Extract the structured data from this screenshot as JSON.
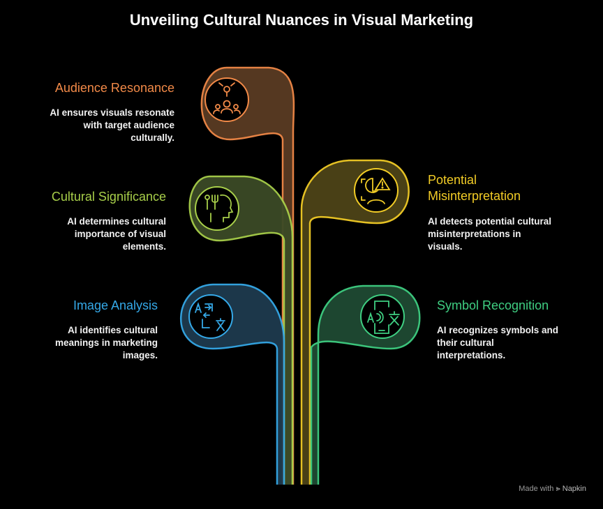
{
  "title": "Unveiling Cultural Nuances in Visual Marketing",
  "colors": {
    "audience": "#f28a48",
    "cultural": "#a8cf4a",
    "potential": "#f2cc26",
    "image": "#35a9e8",
    "symbol": "#3fcf82"
  },
  "items": {
    "audience": {
      "label": "Audience Resonance",
      "desc": [
        "AI ensures visuals resonate",
        "with target audience",
        "culturally."
      ],
      "icon": "audience-group-icon"
    },
    "cultural": {
      "label": "Cultural Significance",
      "desc": [
        "AI determines cultural",
        "importance of visual",
        "elements."
      ],
      "icon": "head-thought-icon"
    },
    "potential": {
      "label_lines": [
        "Potential",
        "Misinterpretation"
      ],
      "desc": [
        "AI detects potential cultural",
        "misinterpretations in",
        "visuals."
      ],
      "icon": "warning-analysis-icon"
    },
    "image": {
      "label": "Image Analysis",
      "desc": [
        "AI identifies cultural",
        "meanings in marketing",
        "images."
      ],
      "icon": "translate-scan-icon"
    },
    "symbol": {
      "label": "Symbol Recognition",
      "desc": [
        "AI recognizes symbols and",
        "their cultural",
        "interpretations."
      ],
      "icon": "phone-translate-icon"
    }
  },
  "footer": {
    "made_with": "Made with",
    "brand": "Napkin"
  }
}
